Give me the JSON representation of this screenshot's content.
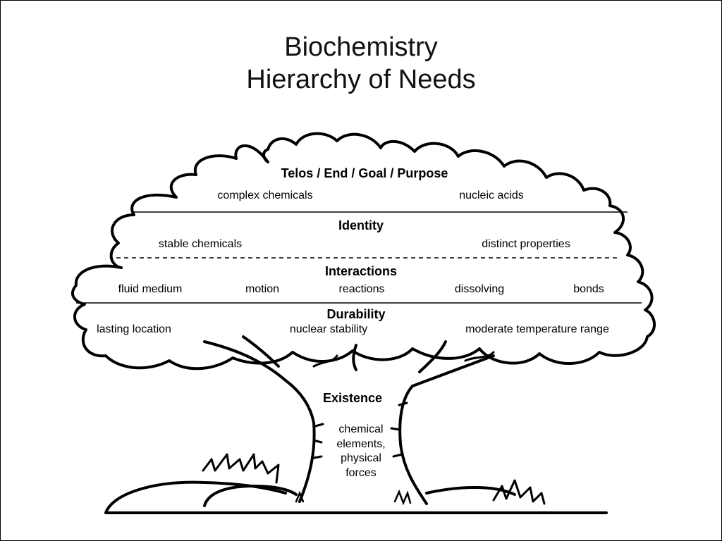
{
  "title": {
    "line1": "Biochemistry",
    "line2": "Hierarchy of Needs"
  },
  "tiers": {
    "telos": {
      "heading": "Telos / End / Goal / Purpose",
      "items": [
        "complex chemicals",
        "nucleic acids"
      ]
    },
    "identity": {
      "heading": "Identity",
      "items": [
        "stable chemicals",
        "distinct properties"
      ]
    },
    "interactions": {
      "heading": "Interactions",
      "items": [
        "fluid medium",
        "motion",
        "reactions",
        "dissolving",
        "bonds"
      ]
    },
    "durability": {
      "heading": "Durability",
      "items": [
        "lasting location",
        "nuclear stability",
        "moderate temperature range"
      ]
    },
    "existence": {
      "heading": "Existence",
      "lines": [
        "chemical",
        "elements,",
        "physical",
        "forces"
      ]
    }
  },
  "colors": {
    "line": "#000000",
    "background": "#ffffff"
  }
}
